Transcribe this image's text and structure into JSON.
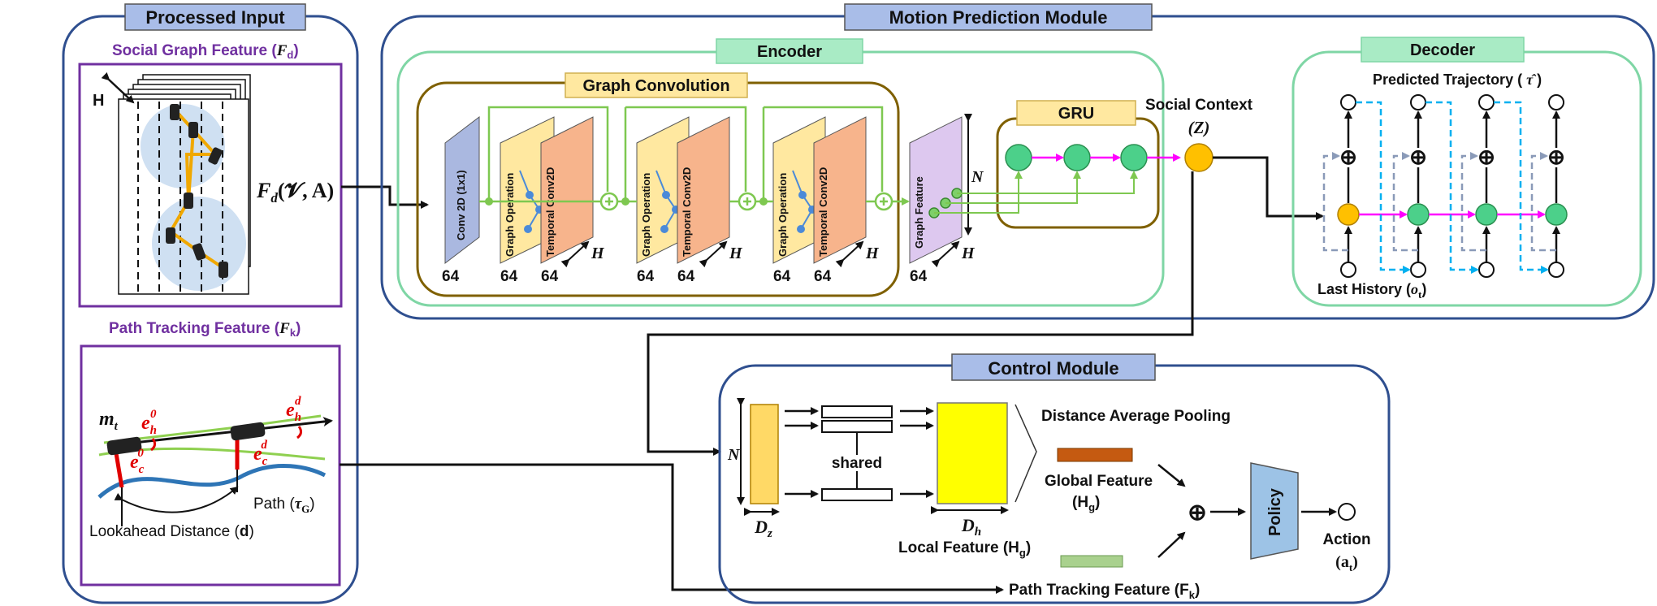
{
  "processed_input": {
    "title": "Processed Input",
    "social_graph": {
      "label": "Social Graph Feature (",
      "symbol": "F",
      "sub": "d",
      "close": ")",
      "h_label": "H",
      "fd_main": "F",
      "fd_sub": "d",
      "fd_args": "(𝓥, A)"
    },
    "path_tracking": {
      "label": "Path Tracking Feature (",
      "symbol": "F",
      "sub": "k",
      "close": ")",
      "m_t": "m",
      "m_sub": "t",
      "eh0": "e",
      "eh0_sub": "h",
      "eh0_sup": "0",
      "ec0": "e",
      "ec0_sub": "c",
      "ec0_sup": "0",
      "ehd": "e",
      "ehd_sub": "h",
      "ehd_sup": "d",
      "ecd": "e",
      "ecd_sub": "c",
      "ecd_sup": "d",
      "path_label": "Path (",
      "path_sym": "τ",
      "path_sub": "G",
      "path_close": ")",
      "lookahead": "Lookahead Distance (",
      "lookahead_d": "d",
      "lookahead_close": ")"
    }
  },
  "motion_prediction": {
    "title": "Motion Prediction Module",
    "encoder_title": "Encoder",
    "graph_conv_title": "Graph Convolution",
    "gru_title": "GRU",
    "conv2d_label": "Conv 2D (1x1)",
    "graph_op_label": "Graph Operation",
    "temporal_label": "Temporal Conv2D",
    "graph_feature_label": "Graph Feature",
    "dims": [
      "64",
      "64",
      "64",
      "64",
      "64",
      "64",
      "64",
      "64"
    ],
    "h": "H",
    "n": "N",
    "social_context": "Social Context",
    "z": "(Z)"
  },
  "decoder": {
    "title": "Decoder",
    "predicted": "Predicted Trajectory ( ",
    "tau_hat": "τ̂",
    "predicted_close": " )",
    "last_history": "Last History (",
    "o_t": "o",
    "o_sub": "t",
    "last_close": ")"
  },
  "control": {
    "title": "Control Module",
    "n": "N",
    "dz": "D",
    "dz_sub": "z",
    "shared": "shared",
    "dh": "D",
    "dh_sub": "h",
    "distance_pool": "Distance Average Pooling",
    "global": "Global Feature",
    "global_h": "(H",
    "global_sub": "g",
    "global_close": ")",
    "local": "Local Feature (H",
    "local_sub": "g",
    "local_close": ")",
    "policy": "Policy",
    "action": "Action",
    "action_a": "(a",
    "action_sub": "t",
    "action_close": ")",
    "path_tracking": "Path Tracking Feature (F",
    "path_sub": "k",
    "path_close": ")"
  },
  "colors": {
    "navy": "#2f4f8f",
    "green_box": "#7fd6a5",
    "purple": "#7030a0",
    "conv_blue": "#aab8e0",
    "graph_yellow": "#ffe8a0",
    "temporal_orange": "#f7b48c",
    "graph_feat": "#ddc8ef",
    "node_green": "#4cd08a",
    "node_orange": "#ffc000",
    "magenta": "#ff00ff",
    "cyan": "#00b0f0"
  }
}
